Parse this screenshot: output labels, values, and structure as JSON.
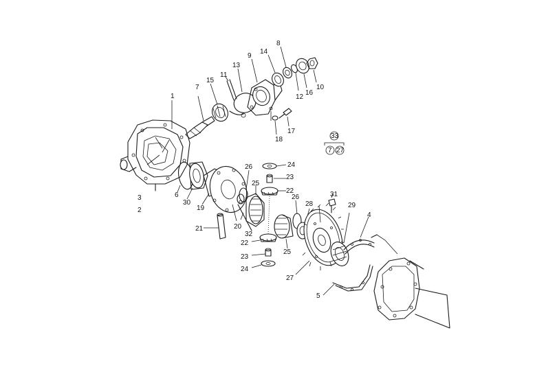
{
  "callouts": [
    {
      "id": "c1",
      "text": "1"
    },
    {
      "id": "c2",
      "text": "2"
    },
    {
      "id": "c3",
      "text": "3"
    },
    {
      "id": "c4",
      "text": "4"
    },
    {
      "id": "c5",
      "text": "5"
    },
    {
      "id": "c6",
      "text": "6"
    },
    {
      "id": "c7",
      "text": "7"
    },
    {
      "id": "c8",
      "text": "8"
    },
    {
      "id": "c9",
      "text": "9"
    },
    {
      "id": "c10",
      "text": "10"
    },
    {
      "id": "c11",
      "text": "11"
    },
    {
      "id": "c12",
      "text": "12"
    },
    {
      "id": "c13",
      "text": "13"
    },
    {
      "id": "c14",
      "text": "14"
    },
    {
      "id": "c15",
      "text": "15"
    },
    {
      "id": "c16",
      "text": "16"
    },
    {
      "id": "c17",
      "text": "17"
    },
    {
      "id": "c18",
      "text": "18"
    },
    {
      "id": "c19",
      "text": "19"
    },
    {
      "id": "c20",
      "text": "20"
    },
    {
      "id": "c21",
      "text": "21"
    },
    {
      "id": "c22a",
      "text": "22"
    },
    {
      "id": "c22b",
      "text": "22"
    },
    {
      "id": "c23a",
      "text": "23"
    },
    {
      "id": "c23b",
      "text": "23"
    },
    {
      "id": "c24a",
      "text": "24"
    },
    {
      "id": "c24b",
      "text": "24"
    },
    {
      "id": "c25a",
      "text": "25"
    },
    {
      "id": "c25b",
      "text": "25"
    },
    {
      "id": "c26a",
      "text": "26"
    },
    {
      "id": "c26b",
      "text": "26"
    },
    {
      "id": "c28",
      "text": "28"
    },
    {
      "id": "c29",
      "text": "29"
    },
    {
      "id": "c30",
      "text": "30"
    },
    {
      "id": "c31",
      "text": "31"
    },
    {
      "id": "c32",
      "text": "32"
    },
    {
      "id": "c27",
      "text": "27"
    },
    {
      "id": "c33",
      "text": "33"
    },
    {
      "id": "c7b",
      "text": "7"
    },
    {
      "id": "c27b",
      "text": "27"
    }
  ],
  "kit_reference": {
    "top": "33",
    "left": "7",
    "right": "27"
  }
}
